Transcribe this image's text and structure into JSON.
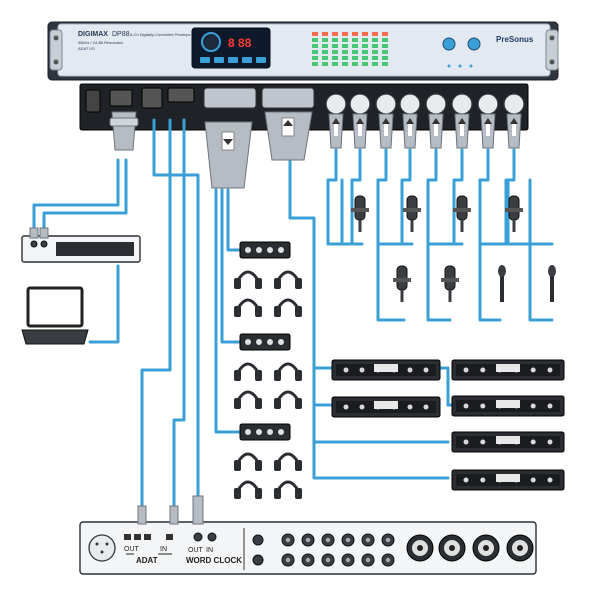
{
  "device": {
    "brand": "DIGIMAX",
    "model": "DP88",
    "description": "8-Ch Digitally-Controlled Preamps",
    "subline1": "96kHz / 24-Bit Resolution",
    "subline2": "ADAT I/O",
    "logo": "PreSonus",
    "display_digits": "8 88"
  },
  "interface": {
    "adat_label": "ADAT",
    "adat_out": "OUT",
    "adat_in": "IN",
    "wc_out": "OUT",
    "wc_in": "IN",
    "wc_label": "WORD CLOCK"
  },
  "colors": {
    "cable": "#3a9fd6",
    "rack_face": "#dfe6ee",
    "display_accent": "#ff3b30",
    "background": "#ffffff"
  },
  "icons": [
    "headphones-icon",
    "microphone-icon",
    "laptop-icon",
    "xlr-connector-icon",
    "db25-connector-icon"
  ]
}
